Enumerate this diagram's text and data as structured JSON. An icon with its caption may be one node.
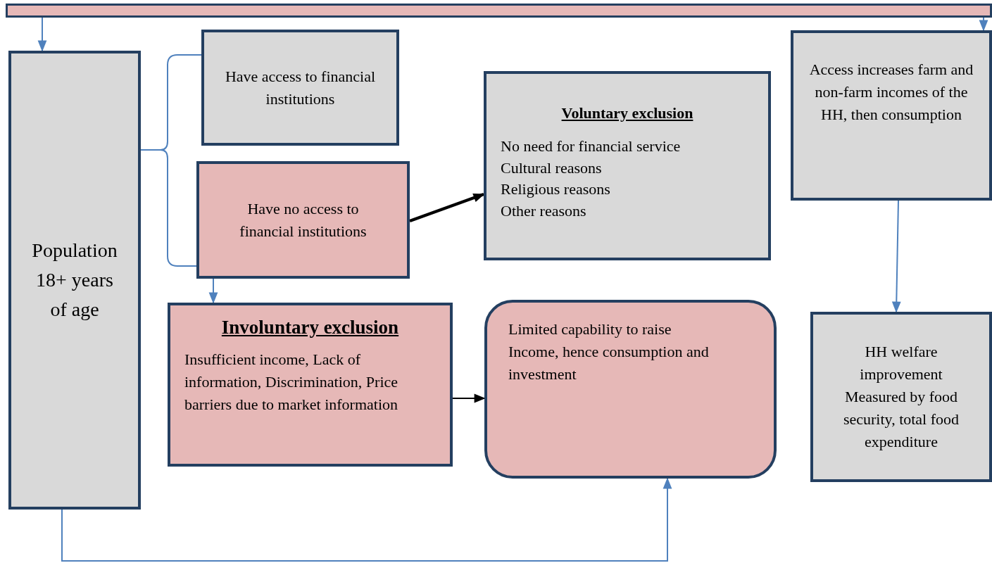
{
  "diagram": {
    "nodes": [
      {
        "text": [],
        "shape": "bar"
      },
      {
        "text": [
          "Population 18+ years of age"
        ]
      },
      {
        "text": [
          "Have access to financial institutions"
        ]
      },
      {
        "text": [
          "Have no access to financial institutions"
        ]
      },
      {
        "text": [
          "Voluntary exclusion",
          "No need for financial service",
          "Cultural reasons",
          "Religious reasons",
          "Other reasons"
        ]
      },
      {
        "text": [
          "Access increases farm and non-farm incomes of the HH, then consumption"
        ]
      },
      {
        "text": [
          "Involuntary exclusion",
          "Insufficient income, Lack of information, Discrimination, Price barriers due to market information"
        ]
      },
      {
        "text": [
          "Limited capability to raise Income, hence consumption and investment"
        ]
      },
      {
        "text": [
          "HH welfare improvement Measured by food security, total food expenditure"
        ]
      }
    ],
    "edges": [
      {
        "from": 0,
        "to": 1,
        "arrow": "to"
      },
      {
        "from": 0,
        "to": 5,
        "arrow": "to"
      },
      {
        "from": 1,
        "to": 2,
        "arrow": "none"
      },
      {
        "from": 1,
        "to": 3,
        "arrow": "none"
      },
      {
        "from": 3,
        "to": 6,
        "arrow": "to"
      },
      {
        "from": 3,
        "to": 4,
        "arrow": "to",
        "style": "thick",
        "color": "#000000"
      },
      {
        "from": 6,
        "to": 7,
        "arrow": "to",
        "color": "#000000"
      },
      {
        "from": 1,
        "to": 7,
        "arrow": "to"
      },
      {
        "from": 5,
        "to": 8,
        "arrow": "to"
      }
    ]
  }
}
